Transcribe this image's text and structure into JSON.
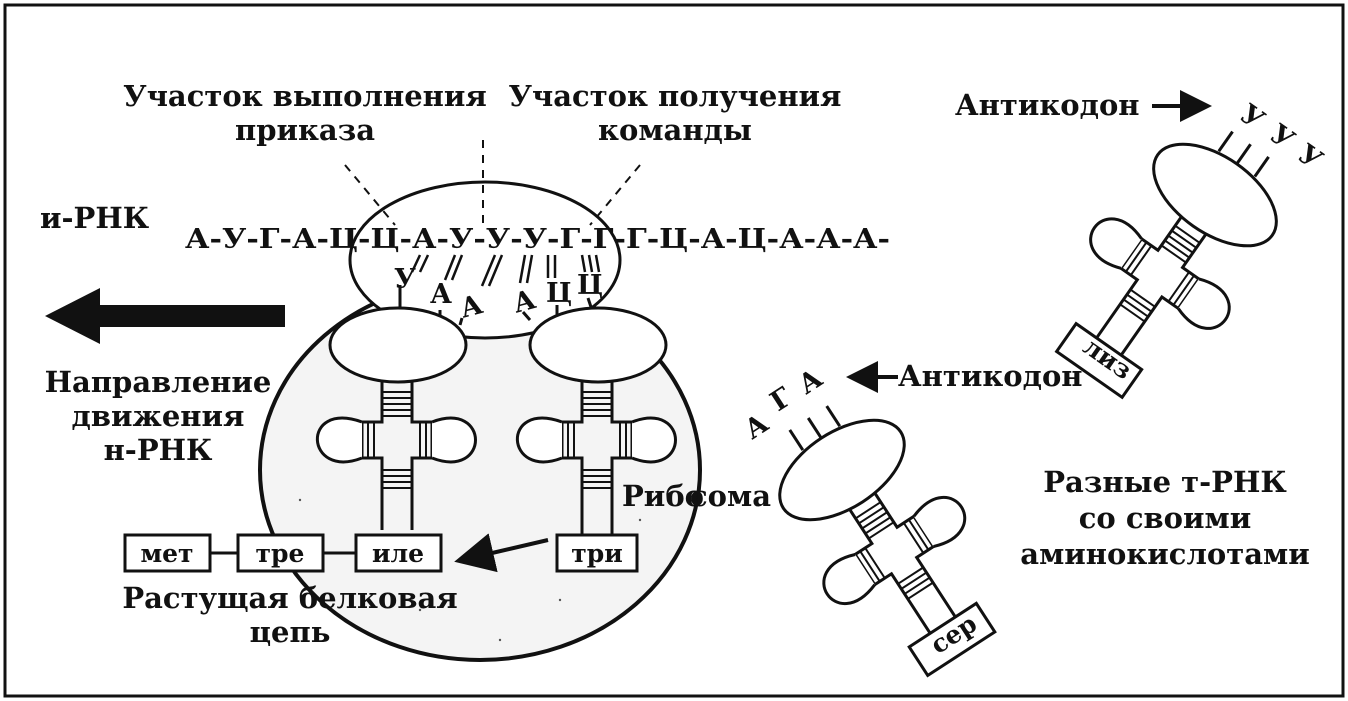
{
  "labels": {
    "site_execution_line1": "Участок выполнения",
    "site_execution_line2": "приказа",
    "site_receive_line1": "Участок получения",
    "site_receive_line2": "команды",
    "mrna_label": "и-РНК",
    "direction_line1": "Направление",
    "direction_line2": "движения",
    "direction_line3": "н-РНК",
    "ribosome_part1": "Рибо",
    "ribosome_part2": "сома",
    "chain_line1": "Растущая белковая",
    "chain_line2": "цепь",
    "anticodon_top": "Антикодон",
    "anticodon_mid": "Антикодон",
    "trna_line1": "Разные т-РНК",
    "trna_line2": "со своими",
    "trna_line3": "аминокислотами"
  },
  "mrna_sequence": "А-У-Г-А-Ц-Ц-А-У-У-У-Г-Г-Г-Ц-А-Ц-А-А-А-",
  "anticodons": {
    "left_in_ribosome": [
      "У",
      "А",
      "А"
    ],
    "right_in_ribosome": [
      "А",
      "Ц",
      "Ц"
    ],
    "trna_liz": [
      "У",
      "У",
      "У"
    ],
    "trna_ser": [
      "А",
      "Г",
      "А"
    ]
  },
  "amino_acids": {
    "chain": [
      "мет",
      "тре",
      "иле"
    ],
    "incoming": "три",
    "free_top": "лиз",
    "free_bottom": "сер"
  },
  "colors": {
    "ink": "#111111",
    "paper": "#ffffff"
  }
}
